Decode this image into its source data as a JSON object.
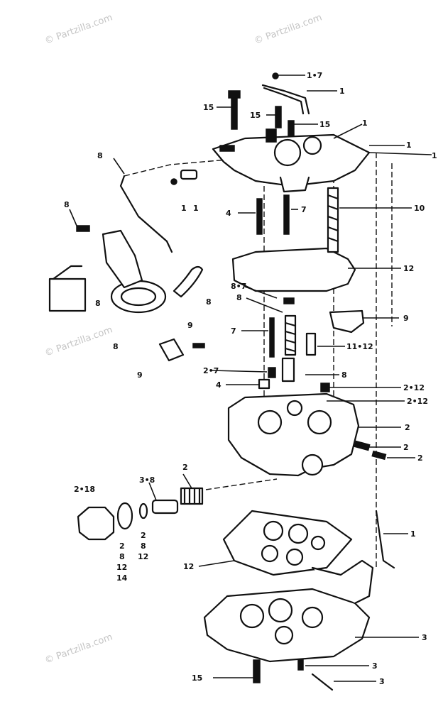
{
  "watermark": "© Partzilla.com",
  "callouts": {
    "c1": "1•7",
    "c2": "1",
    "c3": "15",
    "c4": "15",
    "c5": "15",
    "c6": "1",
    "c7": "1",
    "c8": "1",
    "c9": "8",
    "c10": "1",
    "c11": "1",
    "c12": "4",
    "c13": "7",
    "c14": "10",
    "c15": "8",
    "c16": "12",
    "c17": "8",
    "c18": "8",
    "c19": "8•7",
    "c20": "8",
    "c21": "8",
    "c22": "9",
    "c23": "7",
    "c24": "11•12",
    "c25": "9",
    "c26": "9",
    "c27": "2•7",
    "c28": "8",
    "c29": "4",
    "c30": "2•12",
    "c31": "2•12",
    "c32": "2",
    "c33": "2",
    "c34": "2",
    "c35": "2",
    "c36": "3•8",
    "c37": "2•18",
    "c38": "2",
    "c39": "8",
    "c40": "12",
    "c41": "14",
    "c42": "2",
    "c43": "8",
    "c44": "12",
    "c45": "1",
    "c46": "12",
    "c47": "3",
    "c48": "15",
    "c49": "3",
    "c50": "3"
  }
}
